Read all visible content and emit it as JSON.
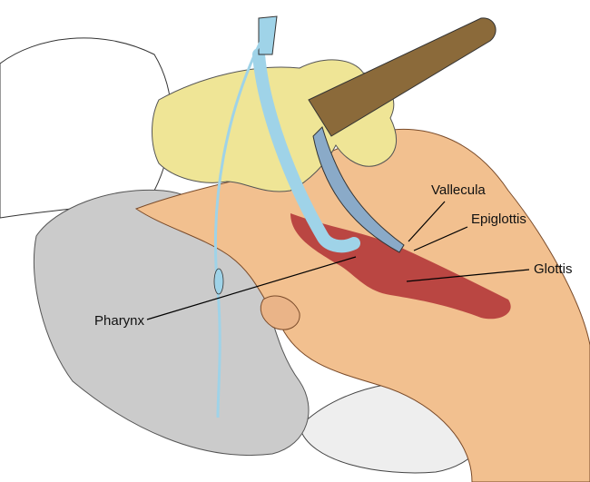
{
  "labels": {
    "vallecula": "Vallecula",
    "epiglottis": "Epiglottis",
    "glottis": "Glottis",
    "pharynx": "Pharynx"
  },
  "colors": {
    "skin": "#f2c08f",
    "skin_shadow": "#e4a574",
    "hair": "#c9c9c9",
    "glove": "#efe596",
    "airway": "#b4383a",
    "tube": "#9fd3e8",
    "handle": "#8b6a3a",
    "pillow": "#eeeeee"
  }
}
